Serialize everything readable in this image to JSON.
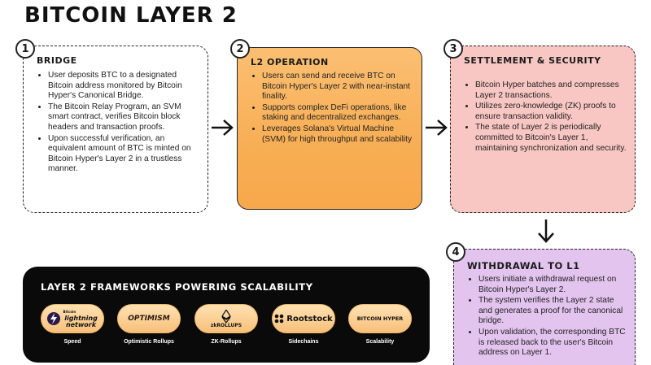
{
  "title": "BITCOIN LAYER 2",
  "steps": [
    {
      "number": "1",
      "title": "BRIDGE",
      "bullets": [
        "User deposits BTC to a designated Bitcoin address monitored by Bitcoin Hyper's Canonical Bridge.",
        "The Bitcoin Relay Program, an SVM smart contract, verifies Bitcoin block headers and transaction proofs.",
        "Upon successful verification, an equivalent amount of BTC is minted on Bitcoin Hyper's Layer 2 in a trustless manner."
      ]
    },
    {
      "number": "2",
      "title": "L2 OPERATION",
      "bullets": [
        "Users can send and receive BTC on Bitcoin Hyper's Layer 2 with near-instant finality.",
        "Supports complex DeFi operations, like staking and decentralized exchanges.",
        "Leverages Solana's Virtual Machine (SVM) for high throughput and scalability"
      ]
    },
    {
      "number": "3",
      "title": "SETTLEMENT & SECURITY",
      "bullets": [
        "Bitcoin Hyper batches and compresses Layer 2 transactions.",
        "Utilizes zero-knowledge (ZK) proofs to ensure transaction validity.",
        "The state of Layer 2 is periodically committed to Bitcoin's Layer 1, maintaining synchronization and security."
      ]
    },
    {
      "number": "4",
      "title": "WITHDRAWAL TO L1",
      "bullets": [
        "Users initiate a withdrawal request on Bitcoin Hyper's Layer 2.",
        "The system verifies the Layer 2 state and generates a proof for the canonical bridge.",
        "Upon validation, the corresponding BTC is released back to the user's Bitcoin address on Layer 1."
      ]
    }
  ],
  "frameworks": {
    "title": "LAYER 2 FRAMEWORKS POWERING SCALABILITY",
    "items": [
      {
        "logo_top": "Bitcoin",
        "logo": "lightning network",
        "label": "Speed",
        "icon": "lightning-bolt-icon"
      },
      {
        "logo": "OPTIMISM",
        "label": "Optimistic Rollups"
      },
      {
        "logo": "zkROLLUPS",
        "label": "ZK-Rollups",
        "icon": "ethereum-diamond-icon"
      },
      {
        "logo": "Rootstock",
        "label": "Sidechains",
        "icon": "rootstock-icon"
      },
      {
        "logo": "BITCOIN HYPER",
        "label": "Scalability"
      }
    ]
  }
}
